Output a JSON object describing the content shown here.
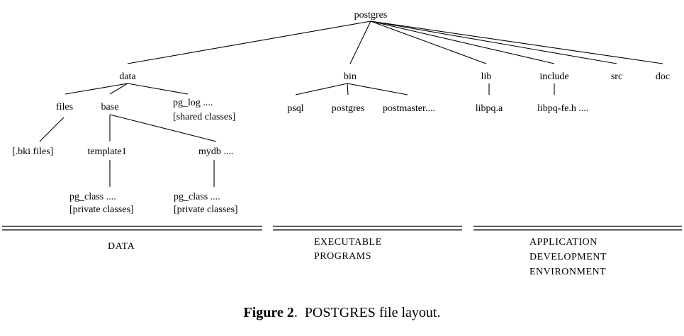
{
  "root": "postgres",
  "level1": {
    "data": "data",
    "bin": "bin",
    "lib": "lib",
    "include": "include",
    "src": "src",
    "doc": "doc"
  },
  "data_children": {
    "files": "files",
    "base": "base",
    "pg_log": "pg_log ....",
    "pg_log_note": "[shared classes]"
  },
  "files_child": "[.bki files]",
  "base_children": {
    "template1": "template1",
    "mydb": "mydb ...."
  },
  "template1_child": {
    "name": "pg_class ....",
    "note": "[private classes]"
  },
  "mydb_child": {
    "name": "pg_class ....",
    "note": "[private classes]"
  },
  "bin_children": {
    "psql": "psql",
    "postgres": "postgres",
    "postmaster": "postmaster...."
  },
  "lib_child": "libpq.a",
  "include_child": "libpq-fe.h ....",
  "sections": {
    "data": "DATA",
    "exec_line1": "EXECUTABLE",
    "exec_line2": "PROGRAMS",
    "app_line1": "APPLICATION",
    "app_line2": "DEVELOPMENT",
    "app_line3": "ENVIRONMENT"
  },
  "caption": {
    "label": "Figure 2",
    "text": "POSTGRES file layout."
  }
}
